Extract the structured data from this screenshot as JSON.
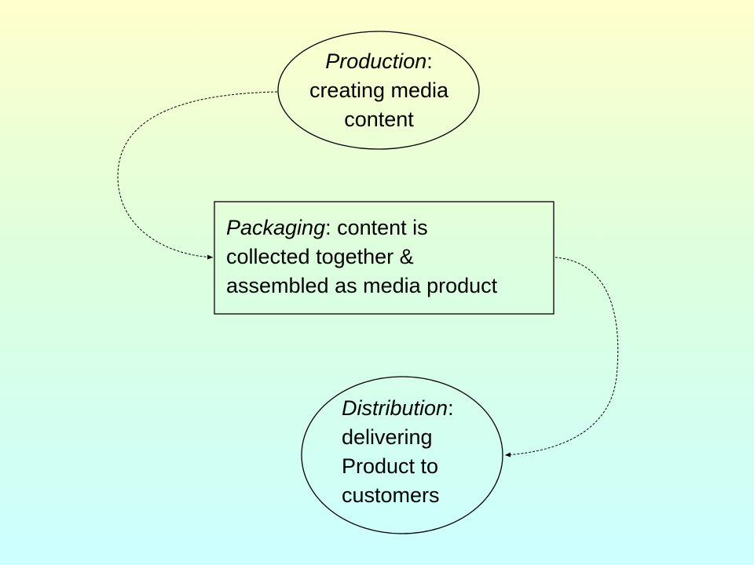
{
  "colors": {
    "background_top": "#FFFFCC",
    "background_bottom": "#CCFFFF",
    "stroke": "#000000"
  },
  "nodes": {
    "production": {
      "shape": "ellipse",
      "title": "Production",
      "suffix": ":",
      "line2": "creating media",
      "line3": "content"
    },
    "packaging": {
      "shape": "rectangle",
      "title": "Packaging",
      "line1_rest": ": content is",
      "line2": "collected together &",
      "line3": "assembled as media product"
    },
    "distribution": {
      "shape": "ellipse",
      "title": "Distribution",
      "suffix": ":",
      "line2": "delivering",
      "line3": "Product to",
      "line4": "customers"
    }
  },
  "connectors": [
    {
      "from": "production",
      "to": "packaging",
      "style": "dashed-arrow"
    },
    {
      "from": "packaging",
      "to": "distribution",
      "style": "dashed-arrow"
    }
  ]
}
